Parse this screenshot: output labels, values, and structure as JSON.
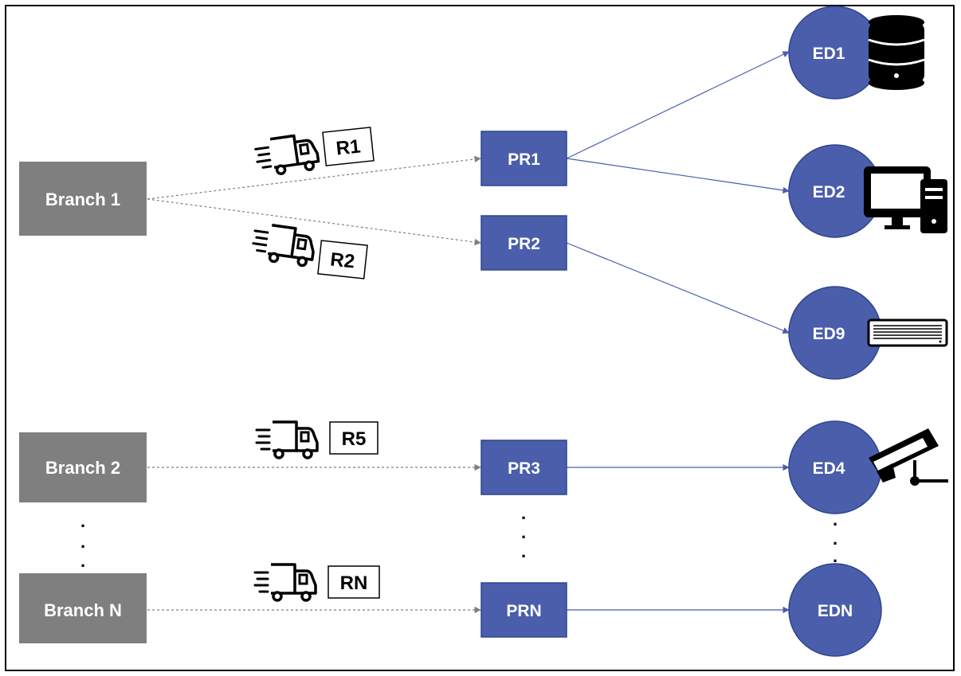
{
  "branches": [
    {
      "id": "b1",
      "label": "Branch 1"
    },
    {
      "id": "b2",
      "label": "Branch 2"
    },
    {
      "id": "bn",
      "label": "Branch N"
    }
  ],
  "processors": [
    {
      "id": "pr1",
      "label": "PR1"
    },
    {
      "id": "pr2",
      "label": "PR2"
    },
    {
      "id": "pr3",
      "label": "PR3"
    },
    {
      "id": "prn",
      "label": "PRN"
    }
  ],
  "end_devices": [
    {
      "id": "ed1",
      "label": "ED1",
      "icon": "database-icon"
    },
    {
      "id": "ed2",
      "label": "ED2",
      "icon": "desktop-computer-icon"
    },
    {
      "id": "ed9",
      "label": "ED9",
      "icon": "air-conditioner-icon"
    },
    {
      "id": "ed4",
      "label": "ED4",
      "icon": "security-camera-icon"
    },
    {
      "id": "edn",
      "label": "EDN",
      "icon": ""
    }
  ],
  "routes": [
    {
      "id": "r1",
      "label": "R1",
      "from": "Branch 1",
      "to": "PR1"
    },
    {
      "id": "r2",
      "label": "R2",
      "from": "Branch 1",
      "to": "PR2"
    },
    {
      "id": "r5",
      "label": "R5",
      "from": "Branch 2",
      "to": "PR3"
    },
    {
      "id": "rn",
      "label": "RN",
      "from": "Branch N",
      "to": "PRN"
    }
  ],
  "connections": [
    {
      "from": "PR1",
      "to": "ED1"
    },
    {
      "from": "PR1",
      "to": "ED2"
    },
    {
      "from": "PR2",
      "to": "ED9"
    },
    {
      "from": "PR3",
      "to": "ED4"
    },
    {
      "from": "PRN",
      "to": "EDN"
    }
  ],
  "ellipsis": ".",
  "colors": {
    "branch_fill": "#7f7f7f",
    "processor_fill": "#4a5eab",
    "processor_stroke": "#2f4590",
    "device_fill": "#4a5eab",
    "device_stroke": "#2f4590",
    "dashed_line": "#7f7f7f",
    "solid_line": "#4a5eab"
  }
}
